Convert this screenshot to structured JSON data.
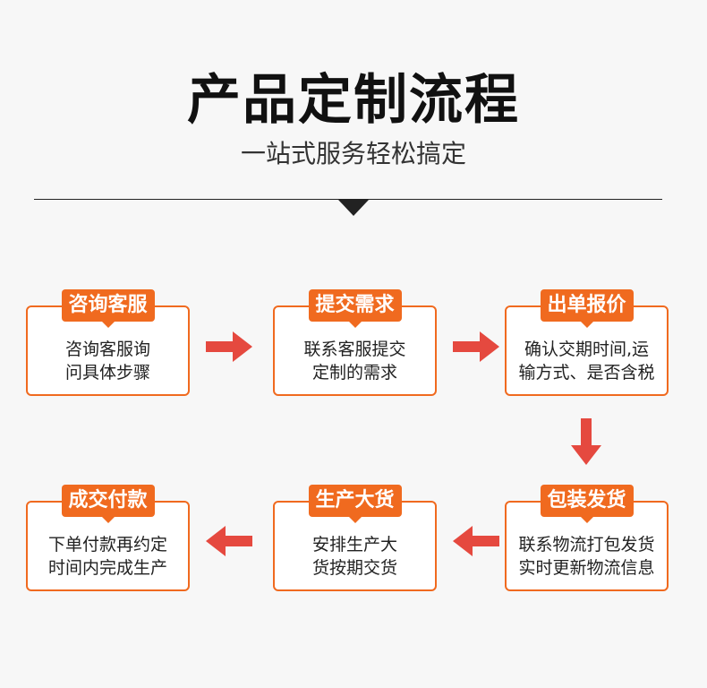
{
  "header": {
    "title": "产品定制流程",
    "subtitle": "一站式服务轻松搞定"
  },
  "colors": {
    "accent": "#f06a1f",
    "arrow": "#e5493f",
    "background": "#f7f7f7"
  },
  "steps": [
    {
      "label": "咨询客服",
      "desc_line1": "咨询客服询",
      "desc_line2": "问具体步骤"
    },
    {
      "label": "提交需求",
      "desc_line1": "联系客服提交",
      "desc_line2": "定制的需求"
    },
    {
      "label": "出单报价",
      "desc_line1": "确认交期时间,运",
      "desc_line2": "输方式、是否含税"
    },
    {
      "label": "包装发货",
      "desc_line1": "联系物流打包发货",
      "desc_line2": "实时更新物流信息"
    },
    {
      "label": "生产大货",
      "desc_line1": "安排生产大",
      "desc_line2": "货按期交货"
    },
    {
      "label": "成交付款",
      "desc_line1": "下单付款再约定",
      "desc_line2": "时间内完成生产"
    }
  ]
}
